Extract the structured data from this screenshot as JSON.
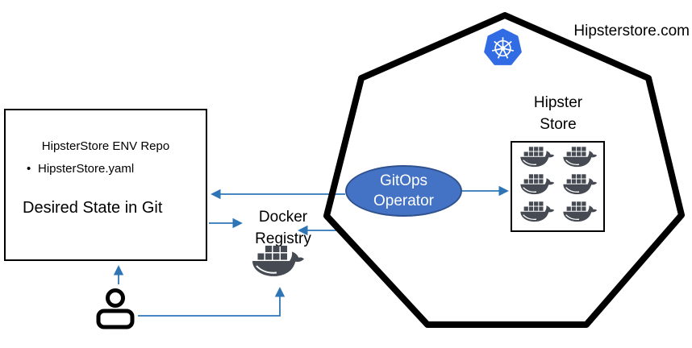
{
  "colors": {
    "arrow": "#2E75B6",
    "ellipse_fill": "#4472C4",
    "ellipse_border": "#2F528F",
    "kubernetes_blue": "#326CE5",
    "whale": "#464A53",
    "outline": "#000000"
  },
  "env_repo": {
    "title": "HipsterStore ENV Repo",
    "bullet_item": "HipsterStore.yaml",
    "caption": "Desired State in Git"
  },
  "cluster": {
    "domain": "Hipsterstore.com",
    "kubernetes_icon": "kubernetes-helm-wheel-icon",
    "gitops_operator": {
      "line1": "GitOps",
      "line2": "Operator"
    },
    "hipster_store": {
      "line1": "Hipster",
      "line2": "Store",
      "replicas": 6,
      "pod_icon": "docker-whale-icon"
    }
  },
  "docker_registry": {
    "line1": "Docker",
    "line2": "Registry",
    "icon": "docker-whale-icon"
  },
  "user": {
    "icon": "person-icon"
  }
}
